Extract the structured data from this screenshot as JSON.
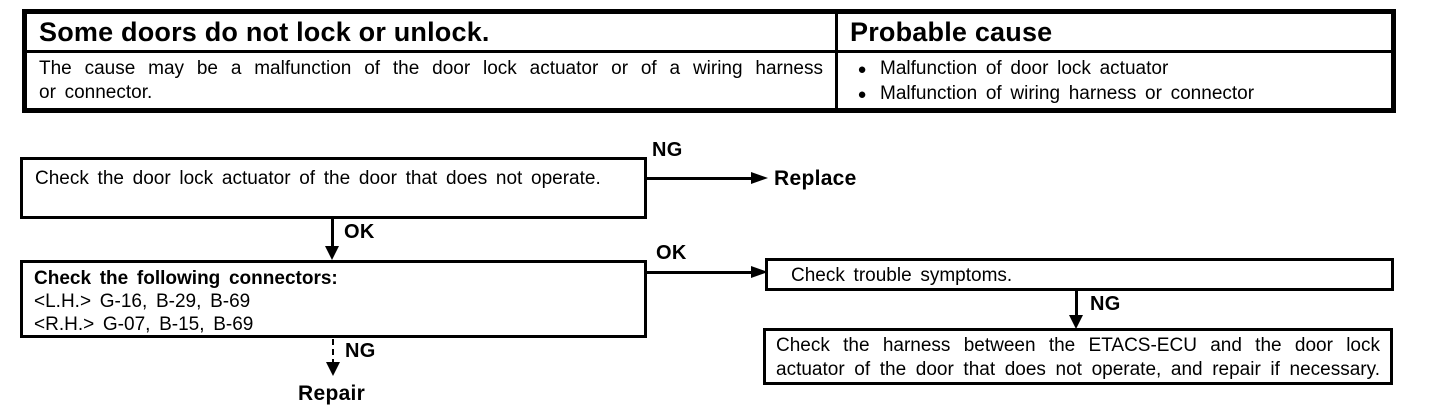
{
  "colors": {
    "ink": "#000000",
    "paper": "#ffffff"
  },
  "table": {
    "symptom_header": "Some doors do not lock or unlock.",
    "cause_header": "Probable cause",
    "description_lines": [
      "The cause may be a malfunction of the door lock actuator or of a wiring harness",
      "or connector."
    ],
    "bullet_icon": "●",
    "causes": [
      "Malfunction of door lock actuator",
      "Malfunction of wiring harness or connector"
    ]
  },
  "flowchart": {
    "step1_text": "Check the door lock actuator of the door that does not operate.",
    "ng_label_1": "NG",
    "replace_label": "Replace",
    "ok_label_1": "OK",
    "step2_title": "Check the following connectors:",
    "step2_line_lh": "<L.H.> G-16, B-29, B-69",
    "step2_line_rh": "<R.H.> G-07, B-15, B-69",
    "ok_label_2": "OK",
    "ng_label_2": "NG",
    "repair_label": "Repair",
    "step3_text": "Check trouble symptoms.",
    "ng_label_3": "NG",
    "step4_lines": [
      "Check the harness between the ETACS-ECU and the door lock",
      "actuator of the door that does not operate, and repair if necessary."
    ]
  }
}
